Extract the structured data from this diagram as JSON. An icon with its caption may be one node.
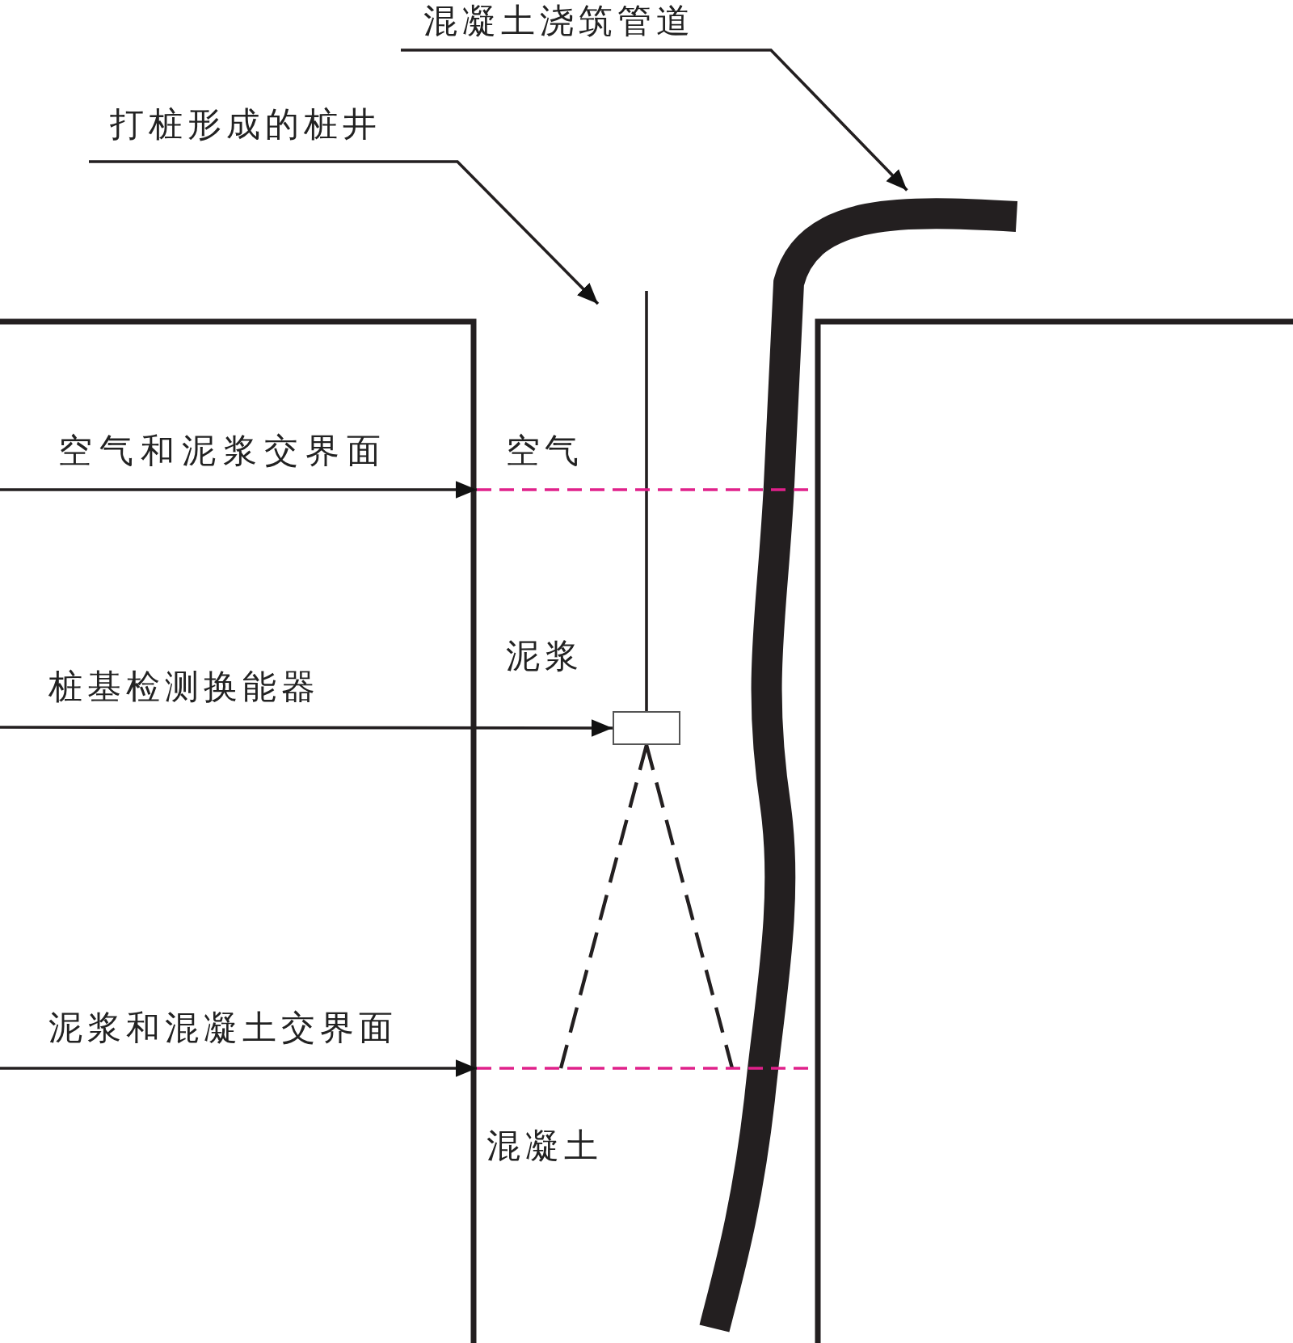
{
  "diagram": {
    "nodes": [
      {
        "text": [
          "混凝土浇筑管道"
        ]
      },
      {
        "text": [],
        "shape": "pipe"
      },
      {
        "text": [
          "打桩形成的桩井"
        ]
      },
      {
        "text": [
          "空气和泥浆交界面"
        ]
      },
      {
        "text": [
          "桩基检测换能器"
        ]
      },
      {
        "text": [],
        "shape": "box"
      },
      {
        "text": [
          "泥浆和混凝土交界面"
        ]
      },
      {
        "text": [],
        "shape": "line"
      },
      {
        "text": [],
        "shape": "line"
      }
    ],
    "edges": [
      {
        "from": 0,
        "to": 1,
        "arrow": "to"
      },
      {
        "from": 2,
        "to": null,
        "arrow": "to"
      },
      {
        "from": 3,
        "to": 7,
        "arrow": "to"
      },
      {
        "from": 4,
        "to": 5,
        "arrow": "to"
      },
      {
        "from": 6,
        "to": 8,
        "arrow": "to"
      }
    ],
    "labels": [
      "空气",
      "泥浆",
      "混凝土"
    ]
  }
}
